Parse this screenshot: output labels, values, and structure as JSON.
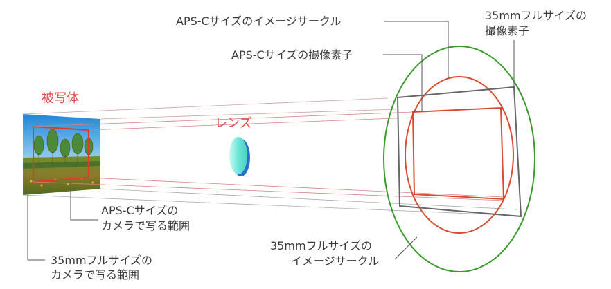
{
  "labels": {
    "subject": "被写体",
    "lens": "レンズ",
    "apsc_image_circle": "APS-Cサイズのイメージサークル",
    "apsc_sensor": "APS-Cサイズの撮像素子",
    "ff_sensor_line1": "35mmフルサイズの",
    "ff_sensor_line2": "撮像素子",
    "apsc_range_line1": "APS-Cサイズの",
    "apsc_range_line2": "カメラで写る範囲",
    "ff_range_line1": "35mmフルサイズの",
    "ff_range_line2": "カメラで写る範囲",
    "ff_image_circle_line1": "35mmフルサイズの",
    "ff_image_circle_line2": "イメージサークル"
  },
  "colors": {
    "label_text": "#3a3a3a",
    "accent_red": "#e34b4b",
    "apsc_red": "#d94a2e",
    "ff_gray": "#666666",
    "circle_green": "#3a9a2a",
    "lens_cyan": "#6ee6d6",
    "lens_edge_blue": "#2a6fc9"
  }
}
